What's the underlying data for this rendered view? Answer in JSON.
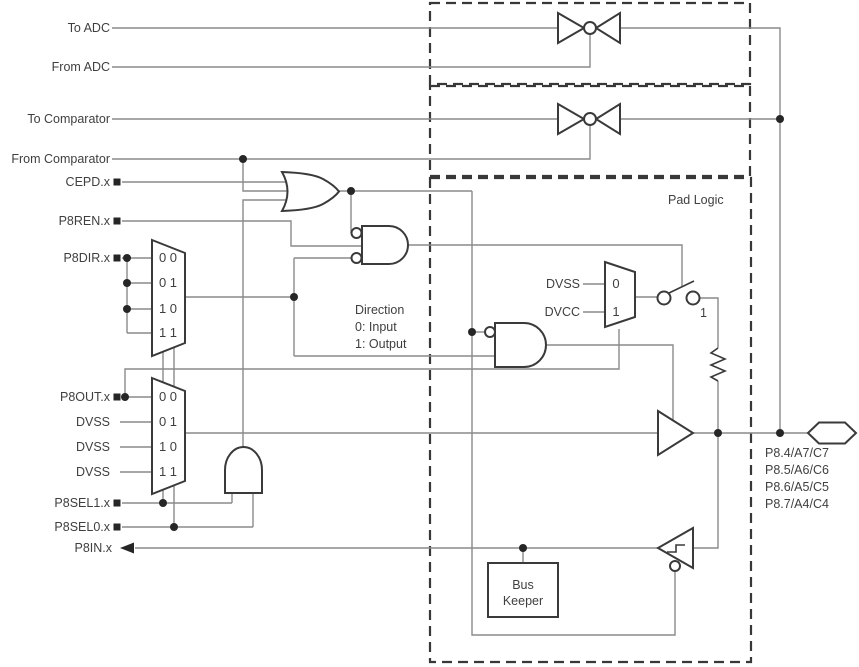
{
  "colors": {
    "background": "#ffffff",
    "wire": "#8a8a8a",
    "outline": "#3a3a3a",
    "text": "#3f3f3f",
    "terminal": "#262626"
  },
  "left_signals": {
    "to_adc": "To ADC",
    "from_adc": "From ADC",
    "to_comparator": "To Comparator",
    "from_comparator": "From Comparator",
    "cepd": "CEPD.x",
    "p8ren": "P8REN.x",
    "p8dir": "P8DIR.x",
    "p8out": "P8OUT.x",
    "dvss_row01": "DVSS",
    "dvss_row10": "DVSS",
    "dvss_row11": "DVSS",
    "p8sel1": "P8SEL1.x",
    "p8sel0": "P8SEL0.x",
    "p8in": "P8IN.x"
  },
  "direction_mux": {
    "rows": [
      "0 0",
      "0 1",
      "1 0",
      "1 1"
    ]
  },
  "output_mux": {
    "rows": [
      "0 0",
      "0 1",
      "1 0",
      "1 1"
    ]
  },
  "pull_mux": {
    "input0_label": "DVSS",
    "input1_label": "DVCC",
    "rows": [
      "0",
      "1"
    ]
  },
  "switch": {
    "label": "1"
  },
  "notes": {
    "direction_title": "Direction",
    "direction_line1": "0: Input",
    "direction_line2": "1: Output",
    "pad_logic": "Pad Logic"
  },
  "bus_keeper": {
    "line1": "Bus",
    "line2": "Keeper"
  },
  "pad": {
    "pins": [
      "P8.4/A7/C7",
      "P8.5/A6/C6",
      "P8.6/A5/C5",
      "P8.7/A4/C4"
    ]
  }
}
